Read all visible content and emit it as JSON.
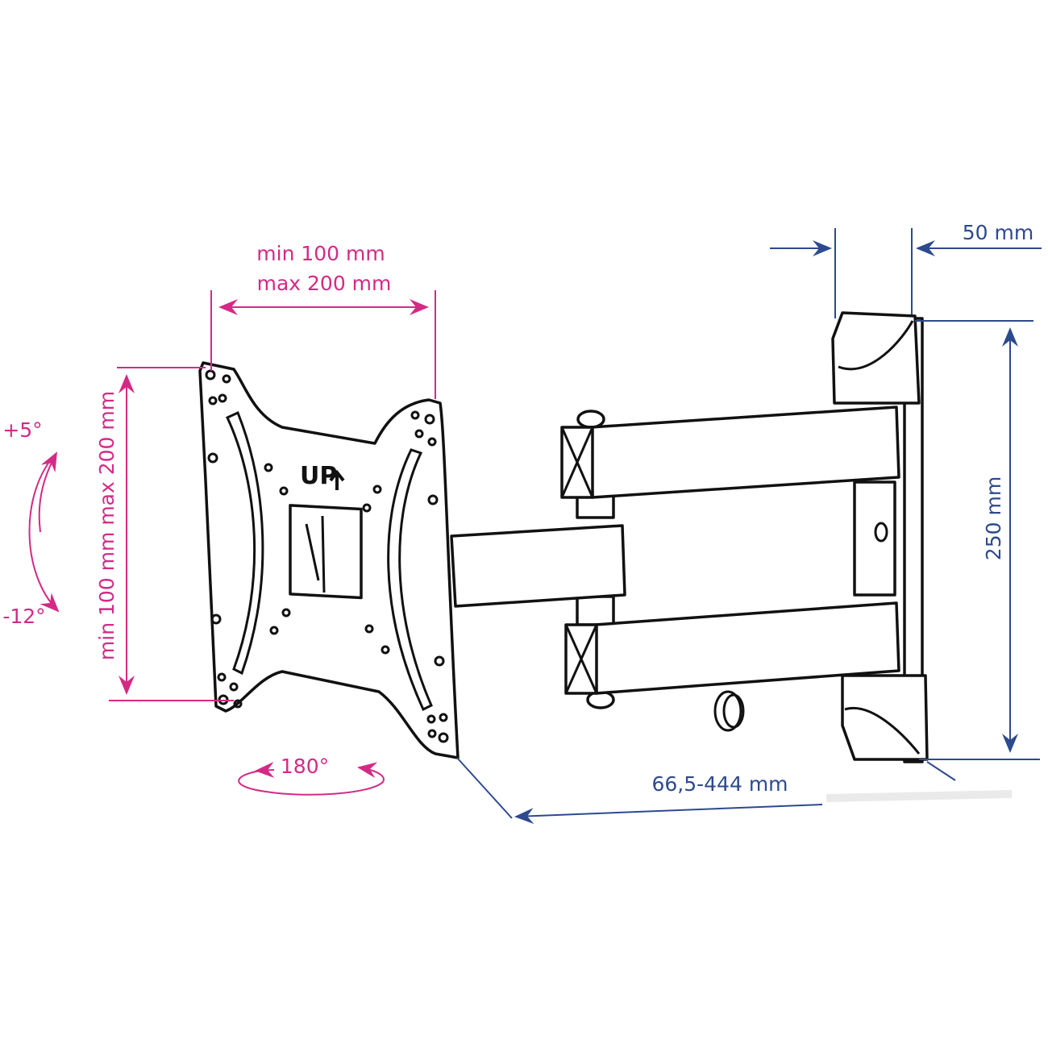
{
  "plate_label": "UP",
  "dimensions": {
    "vesa_width_min": "min 100 mm",
    "vesa_width_max": "max 200 mm",
    "vesa_height": "min 100 mm max 200 mm",
    "tilt_up": "+5°",
    "tilt_down": "-12°",
    "swivel": "180°",
    "wall_plate_depth": "50 mm",
    "wall_plate_height": "250 mm",
    "extension": "66,5-444 mm"
  },
  "colors": {
    "pink": "#d42a86",
    "blue": "#2d4a8e",
    "line": "#111111"
  }
}
